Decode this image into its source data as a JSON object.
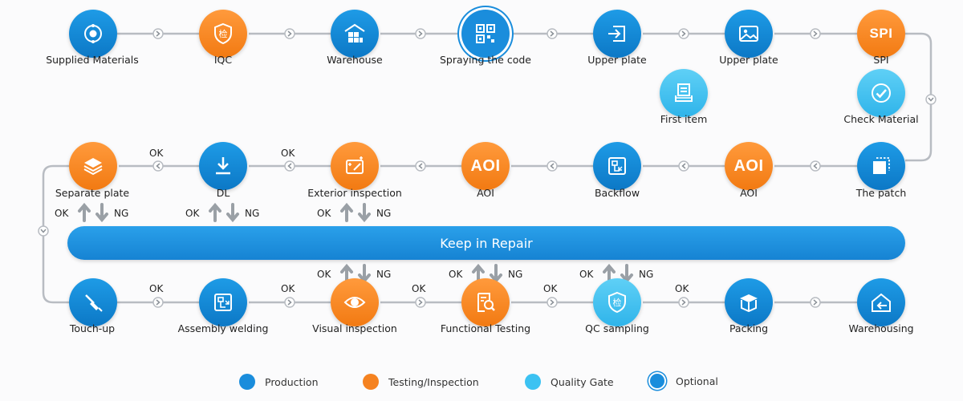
{
  "diagram": {
    "nodes": {
      "supplied_materials": {
        "label": "Supplied Materials",
        "icon": "target-icon"
      },
      "iqc": {
        "label": "IQC",
        "glyph": "检",
        "icon": "shield-check-icon"
      },
      "warehouse": {
        "label": "Warehouse",
        "icon": "warehouse-icon"
      },
      "spraying_code": {
        "label": "Spraying the code",
        "icon": "qr-code-icon"
      },
      "upper_plate_1": {
        "label": "Upper plate",
        "icon": "board-in-icon"
      },
      "upper_plate_2": {
        "label": "Upper plate",
        "icon": "image-icon"
      },
      "spi": {
        "label": "SPI",
        "glyph": "SPI"
      },
      "first_item": {
        "label": "First item",
        "icon": "document-stack-icon"
      },
      "check_material": {
        "label": "Check Material",
        "icon": "check-circle-icon"
      },
      "the_patch": {
        "label": "The patch",
        "icon": "patch-square-icon"
      },
      "aoi_2": {
        "label": "AOI",
        "glyph": "AOI"
      },
      "backflow": {
        "label": "Backflow",
        "icon": "backflow-icon"
      },
      "aoi_1": {
        "label": "AOI",
        "glyph": "AOI"
      },
      "exterior_inspection": {
        "label": "Exterior inspection",
        "icon": "sparkle-frame-icon"
      },
      "dl": {
        "label": "DL",
        "icon": "download-icon"
      },
      "separate_plate": {
        "label": "Separate plate",
        "icon": "layers-icon"
      },
      "touch_up": {
        "label": "Touch-up",
        "icon": "soldering-iron-icon"
      },
      "assembly_welding": {
        "label": "Assembly welding",
        "icon": "assembly-icon"
      },
      "visual_inspection": {
        "label": "Visual inspection",
        "icon": "eye-icon"
      },
      "functional_testing": {
        "label": "Functional Testing",
        "icon": "magnifier-doc-icon"
      },
      "qc_sampling": {
        "label": "QC sampling",
        "glyph": "检",
        "icon": "shield-icon"
      },
      "packing": {
        "label": "Packing",
        "icon": "box-icon"
      },
      "warehousing": {
        "label": "Warehousing",
        "icon": "house-arrow-icon"
      }
    },
    "ok_label": "OK",
    "ng_label": "NG",
    "repair": {
      "label": "Keep in Repair"
    }
  },
  "legend": [
    {
      "label": "Production",
      "color": "#1a8ddc"
    },
    {
      "label": "Testing/Inspection",
      "color": "#f58220"
    },
    {
      "label": "Quality Gate",
      "color": "#3cc2f2"
    },
    {
      "label": "Optional",
      "color": "#1a8ddc"
    }
  ],
  "colors": {
    "production": "#1a8ddc",
    "inspection": "#f58220",
    "quality_gate": "#3cc2f2",
    "connector": "#b8bcc2"
  }
}
